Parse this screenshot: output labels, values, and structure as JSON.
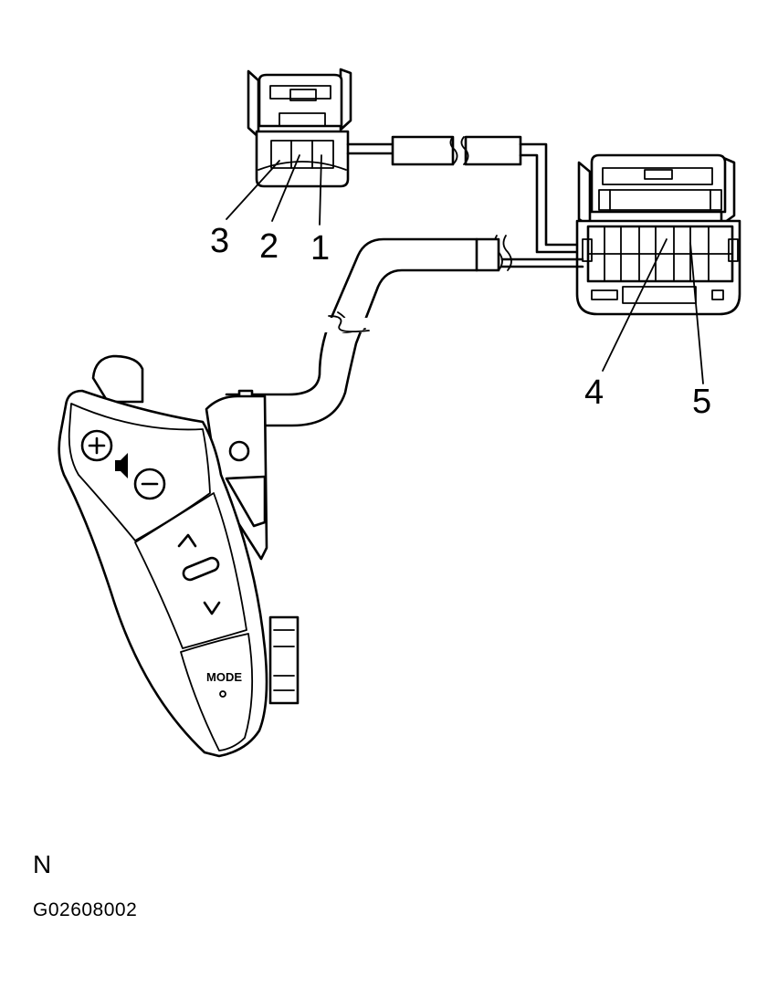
{
  "diagram": {
    "terminal_labels": {
      "t1": "1",
      "t2": "2",
      "t3": "3",
      "t4": "4",
      "t5": "5"
    },
    "switch_buttons": {
      "mode_label": "MODE"
    },
    "orientation_mark": "N",
    "figure_id": "G02608002"
  }
}
